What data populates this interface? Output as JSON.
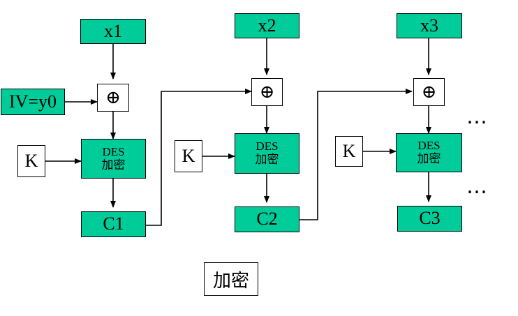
{
  "colors": {
    "block_fill": "#00cc99",
    "line": "#000000"
  },
  "inputs": [
    "x1",
    "x2",
    "x3"
  ],
  "iv_label": "IV=y0",
  "xor_symbol": "⊕",
  "key_label": "K",
  "des_box": {
    "line1": "DES",
    "line2": "加密"
  },
  "outputs": [
    "C1",
    "C2",
    "C3"
  ],
  "continuation": "…",
  "caption": "加密"
}
